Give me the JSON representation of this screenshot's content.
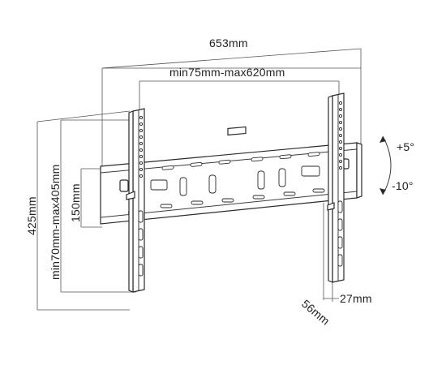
{
  "dimensions": {
    "overall_width": "653mm",
    "vesa_width": "min75mm-max620mm",
    "overall_height": "425mm",
    "vesa_height": "min70mm-max405mm",
    "rail_height": "150mm",
    "depth_total": "56mm",
    "depth_min": "27mm"
  },
  "tilt": {
    "up": "+5°",
    "down": "-10°"
  },
  "colors": {
    "line": "#3a3a3a",
    "text": "#222222"
  }
}
